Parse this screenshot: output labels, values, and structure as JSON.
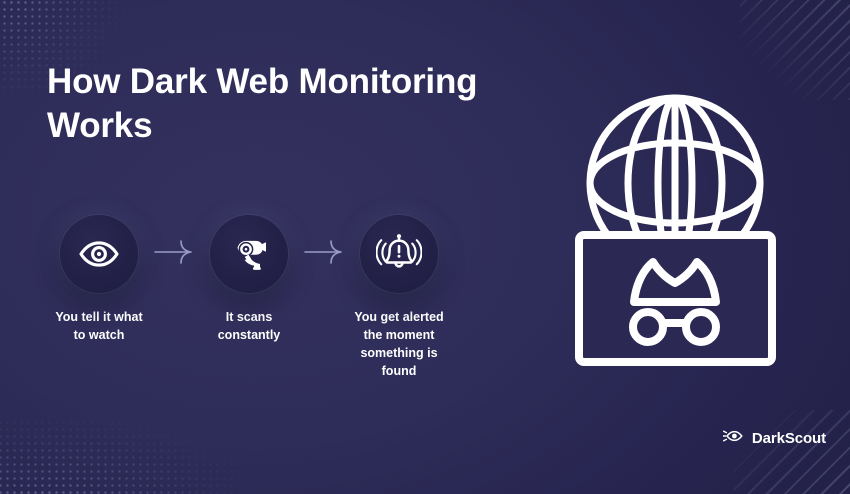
{
  "slide": {
    "title": "How Dark Web Monitoring Works",
    "background_color": "#2e2c58",
    "accent_color": "#ffffff"
  },
  "steps": [
    {
      "icon": "eye-icon",
      "label": "You tell it what to watch"
    },
    {
      "icon": "cctv-camera-icon",
      "label": "It scans constantly"
    },
    {
      "icon": "alert-bell-icon",
      "label": "You get alerted the moment something is found"
    }
  ],
  "connectors": [
    {
      "icon": "arrow-right-icon"
    },
    {
      "icon": "arrow-right-icon"
    }
  ],
  "illustration": {
    "icon": "globe-with-spy-monitor-icon",
    "parts": [
      "globe-icon",
      "monitor-rectangle",
      "fedora-hat-icon",
      "glasses-icon"
    ]
  },
  "brand": {
    "mark": "darkscout-eye-logo-icon",
    "name": "DarkScout"
  }
}
